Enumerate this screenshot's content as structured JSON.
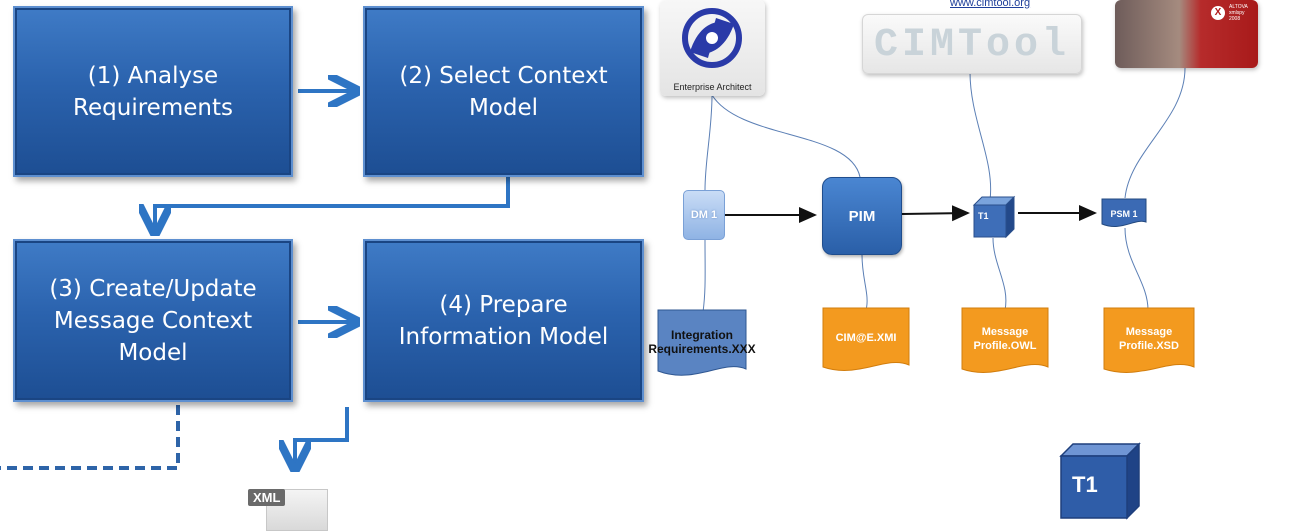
{
  "steps": [
    {
      "label": "(1) Analyse\nRequirements"
    },
    {
      "label": "(2) Select  Context\nModel"
    },
    {
      "label": "(3) Create/Update\nMessage Context\nModel"
    },
    {
      "label": "(4) Prepare\nInformation Model"
    }
  ],
  "tools": {
    "ea_caption": "Enterprise Architect",
    "cimtool_url": "www.cimtool.org",
    "cimtool_text": "CIMTool",
    "altova_text": "ALTOVA\nxmlspy\n2008",
    "altova_mark": "X"
  },
  "nodes": {
    "dm1": "DM 1",
    "pim": "PIM",
    "t1": "T1",
    "psm1": "PSM  1"
  },
  "documents": {
    "integration": "Integration\nRequirements.XXX",
    "cim": "CIM@E.XMI",
    "owl": "Message\nProfile.OWL",
    "xsd": "Message\nProfile.XSD"
  },
  "xml_icon_label": "XML",
  "legend": {
    "t1_big": "T1"
  },
  "colors": {
    "step_blue": "#2b63ae",
    "arrow_blue": "#2e75c4",
    "doc_orange": "#f39a1f",
    "doc_blue": "#3f74bd",
    "cube_blue": "#2f5da8"
  }
}
